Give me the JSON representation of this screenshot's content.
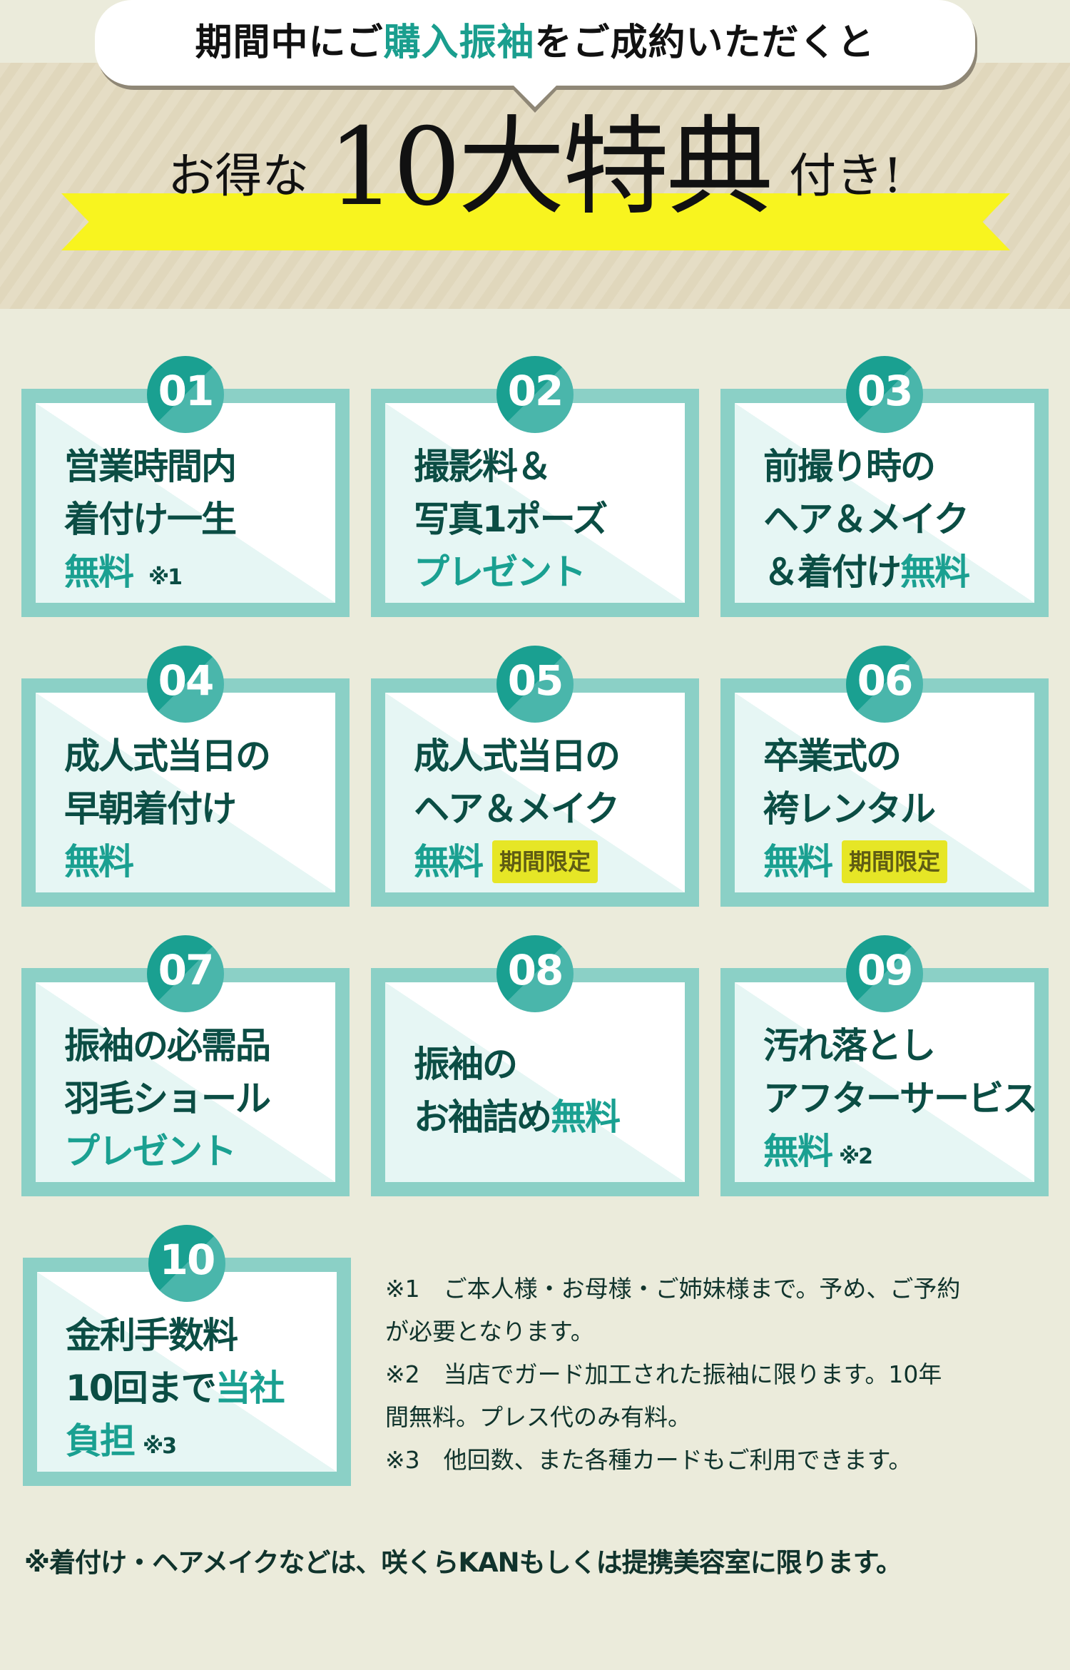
{
  "header": {
    "bubble": {
      "pre": "期間中にご",
      "highlight": "購入振袖",
      "post": "をご成約いただくと"
    },
    "headline": {
      "pre": "お得な",
      "big": "10大特典",
      "post": "付き!"
    }
  },
  "colors": {
    "background": "#ebebdb",
    "stripe": "#e0d7bc",
    "ribbon": "#f8f41f",
    "accent": "#1aa091",
    "text_dark": "#0b4d44",
    "card_border": "#8bd0c6",
    "badge_limited": "#e6e626"
  },
  "benefits": [
    {
      "num": "01",
      "lines": [
        "営業時間内",
        "着付け一生"
      ],
      "accent": "無料",
      "note": "※1",
      "limited": ""
    },
    {
      "num": "02",
      "lines": [
        "撮影料＆",
        "写真1ポーズ"
      ],
      "accent": "プレゼント",
      "note": "",
      "limited": ""
    },
    {
      "num": "03",
      "lines": [
        "前撮り時の",
        "ヘア＆メイク"
      ],
      "last_pre": "＆着付け",
      "accent": "無料",
      "note": "",
      "limited": ""
    },
    {
      "num": "04",
      "lines": [
        "成人式当日の",
        "早朝着付け"
      ],
      "accent": "無料",
      "note": "",
      "limited": ""
    },
    {
      "num": "05",
      "lines": [
        "成人式当日の",
        "ヘア＆メイク"
      ],
      "accent": "無料",
      "note": "",
      "limited": "期間限定"
    },
    {
      "num": "06",
      "lines": [
        "卒業式の",
        "袴レンタル"
      ],
      "accent": "無料",
      "note": "",
      "limited": "期間限定"
    },
    {
      "num": "07",
      "lines": [
        "振袖の必需品",
        "羽毛ショール"
      ],
      "accent": "プレゼント",
      "note": "",
      "limited": ""
    },
    {
      "num": "08",
      "lines": [
        "振袖の"
      ],
      "last_pre": "お袖詰め",
      "accent": "無料",
      "note": "",
      "limited": ""
    },
    {
      "num": "09",
      "lines": [
        "汚れ落とし",
        "アフターサービス"
      ],
      "accent": "無料",
      "note": "※2",
      "limited": ""
    },
    {
      "num": "10",
      "lines": [
        "金利手数料"
      ],
      "last_pre": "10回まで",
      "accent": "当社",
      "line3_accent": "負担",
      "note": "※3",
      "limited": ""
    }
  ],
  "notes": [
    "※1　ご本人様・お母様・ご姉妹様まで。予め、ご予約",
    "が必要となります。",
    "※2　当店でガード加工された振袖に限ります。10年",
    "間無料。プレス代のみ有料。",
    "※3　他回数、また各種カードもご利用できます。"
  ],
  "footer": "※着付け・ヘアメイクなどは、咲くらKANもしくは提携美容室に限ります。"
}
